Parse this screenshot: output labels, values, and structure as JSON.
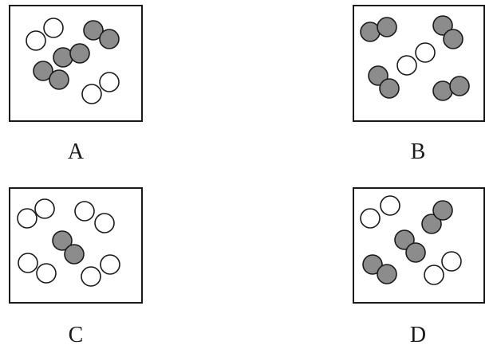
{
  "colors": {
    "outline": "#1a1a1a",
    "light_atom_fill": "#ffffff",
    "dark_atom_fill": "#8c8c8c"
  },
  "panels": [
    {
      "label": "A",
      "molecules": [
        {
          "type": "diatomic",
          "atoms": [
            "light",
            "light"
          ]
        },
        {
          "type": "diatomic",
          "atoms": [
            "light",
            "light"
          ]
        },
        {
          "type": "diatomic",
          "atoms": [
            "dark",
            "dark"
          ]
        },
        {
          "type": "diatomic",
          "atoms": [
            "dark",
            "dark"
          ]
        },
        {
          "type": "diatomic",
          "atoms": [
            "dark",
            "dark"
          ]
        }
      ]
    },
    {
      "label": "B",
      "molecules": [
        {
          "type": "diatomic",
          "atoms": [
            "dark",
            "dark"
          ]
        },
        {
          "type": "diatomic",
          "atoms": [
            "dark",
            "dark"
          ]
        },
        {
          "type": "diatomic",
          "atoms": [
            "light",
            "light"
          ]
        },
        {
          "type": "diatomic",
          "atoms": [
            "dark",
            "dark"
          ]
        },
        {
          "type": "diatomic",
          "atoms": [
            "dark",
            "dark"
          ]
        }
      ]
    },
    {
      "label": "C",
      "molecules": [
        {
          "type": "diatomic",
          "atoms": [
            "light",
            "light"
          ]
        },
        {
          "type": "diatomic",
          "atoms": [
            "light",
            "light"
          ]
        },
        {
          "type": "diatomic",
          "atoms": [
            "dark",
            "dark"
          ]
        },
        {
          "type": "diatomic",
          "atoms": [
            "light",
            "light"
          ]
        },
        {
          "type": "diatomic",
          "atoms": [
            "light",
            "light"
          ]
        }
      ]
    },
    {
      "label": "D",
      "molecules": [
        {
          "type": "diatomic",
          "atoms": [
            "light",
            "light"
          ]
        },
        {
          "type": "diatomic",
          "atoms": [
            "dark",
            "dark"
          ]
        },
        {
          "type": "diatomic",
          "atoms": [
            "dark",
            "dark"
          ]
        },
        {
          "type": "diatomic",
          "atoms": [
            "dark",
            "dark"
          ]
        },
        {
          "type": "diatomic",
          "atoms": [
            "light",
            "light"
          ]
        }
      ]
    }
  ]
}
